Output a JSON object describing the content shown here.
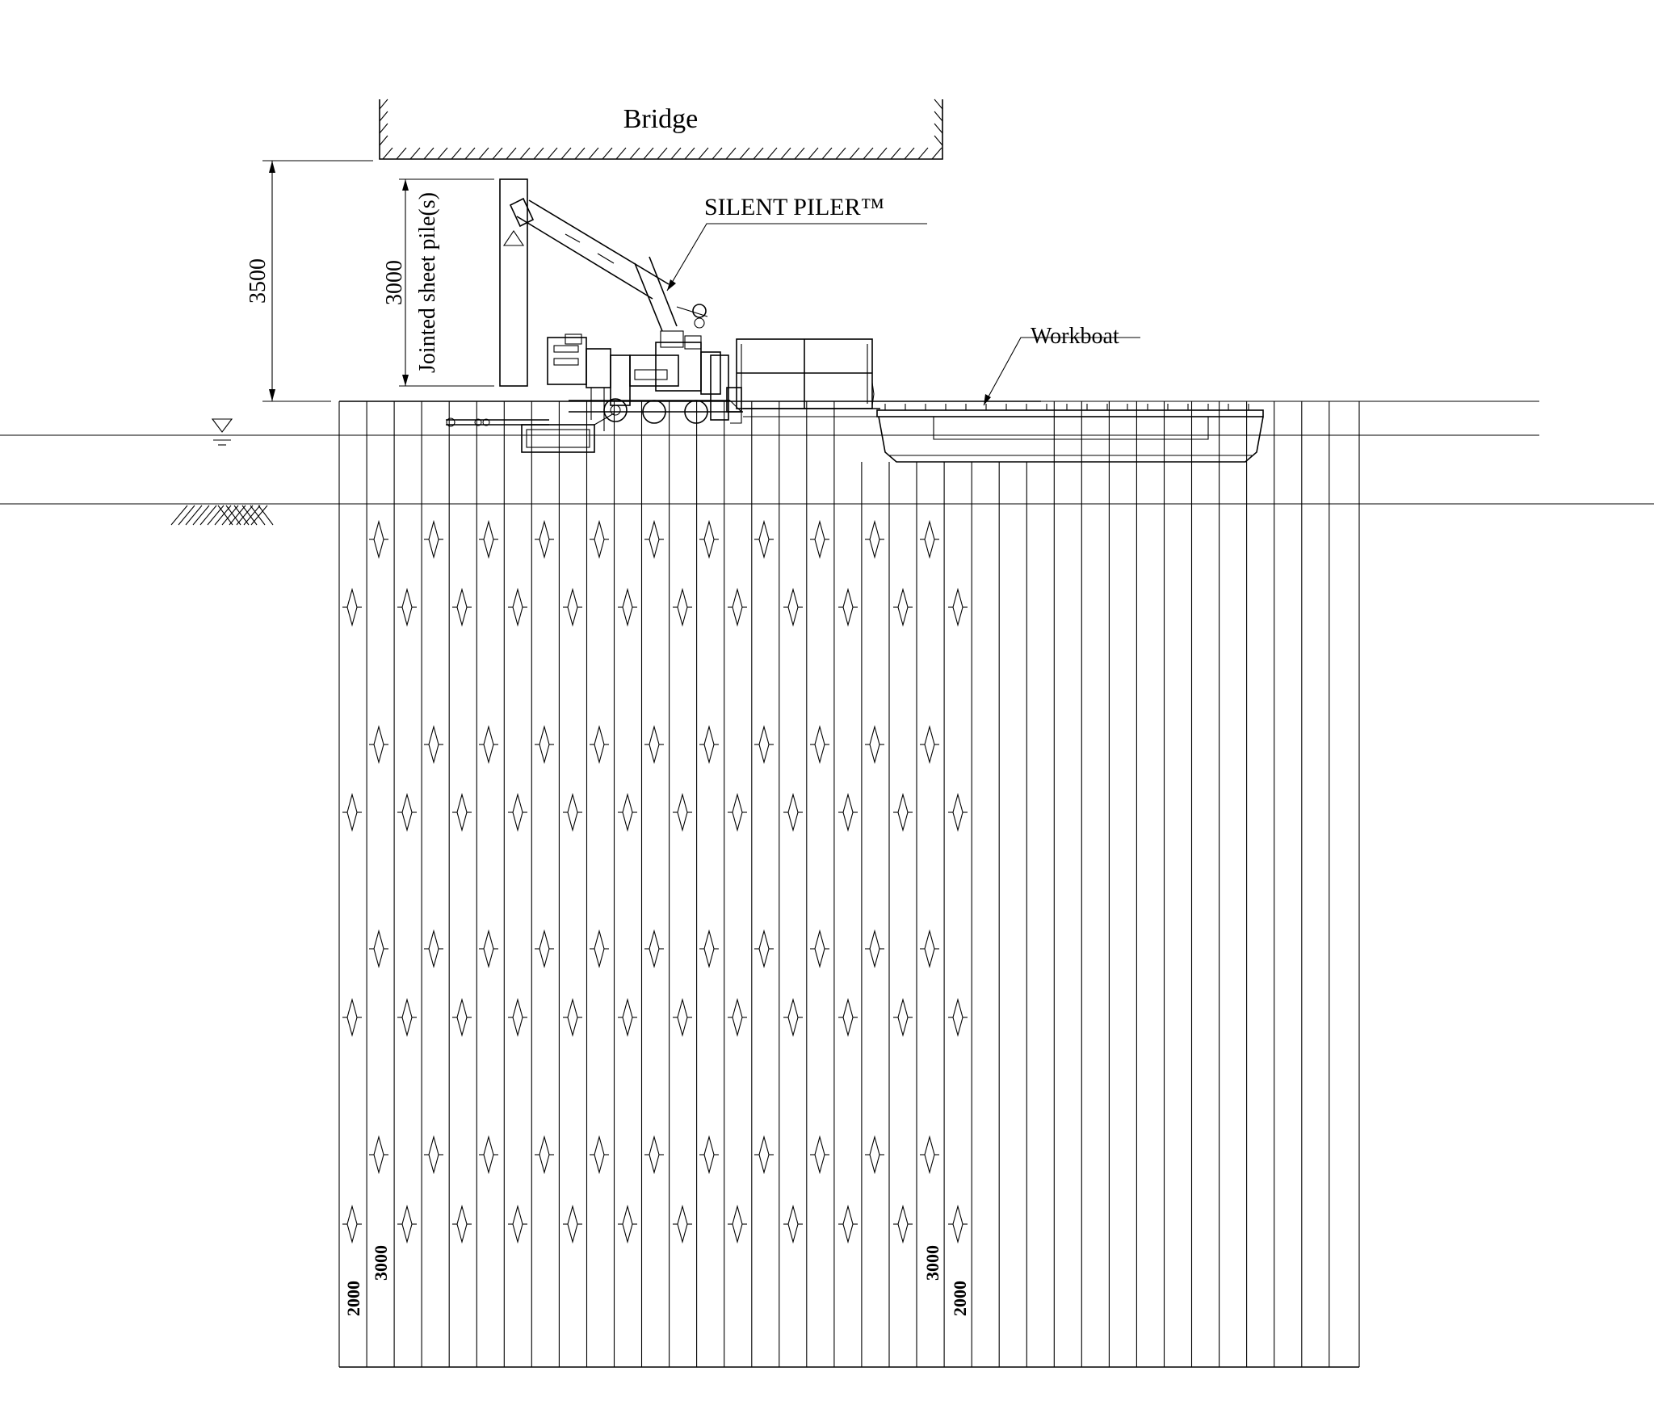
{
  "labels": {
    "bridge": "Bridge",
    "silent_piler": "SILENT PILER™",
    "workboat": "Workboat",
    "jointed_pile": "Jointed sheet pile(s)"
  },
  "dimensions": {
    "clearance": "3500",
    "pile_length": "3000",
    "left_inner": "3000",
    "left_outer": "2000",
    "right_inner": "3000",
    "right_outer": "2000"
  },
  "symbols": {
    "water_level": "water-level-triangle",
    "ground": "ground-hatch"
  }
}
